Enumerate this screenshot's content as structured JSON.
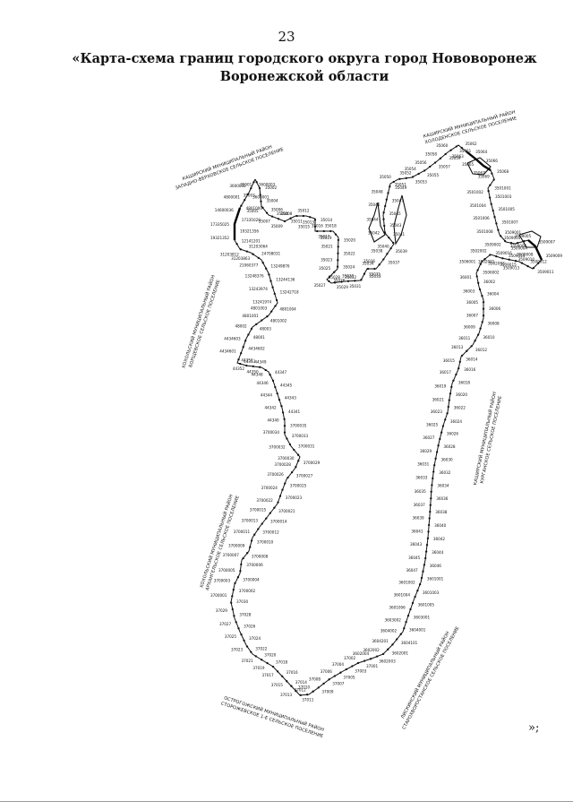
{
  "page_number": "23",
  "title": {
    "line1": "«Карта-схема границ городского округа город Нововоронеж",
    "line2": "Воронежской области"
  },
  "districts": [
    {
      "line1": "КАШИРСКИЙ МУНИЦИПАЛЬНЫЙ РАЙОН",
      "line2": "ЗАПАДНО-ВЕРХОВСКОЕ СЕЛЬСКОЕ ПОСЕЛЕНИЕ"
    },
    {
      "line1": "КАШИРСКИЙ МУНИЦИПАЛЬНЫЙ РАЙОН",
      "line2": "ХОЛОДЕНСКОЕ СЕЛЬСКОЕ ПОСЕЛЕНИЕ"
    },
    {
      "line1": "ХОХОЛЬСКИЙ МУНИЦИПАЛЬНЫЙ РАЙОН",
      "line2": "БОРЩЕВСКОЕ СЕЛЬСКОЕ ПОСЕЛЕНИЕ"
    },
    {
      "line1": "КАШИРСКИЙ МУНИЦИПАЛЬНЫЙ РАЙОН",
      "line2": "КУРГАНСКОЕ СЕЛЬСКОЕ ПОСЕЛЕНИЕ"
    },
    {
      "line1": "ХОХОЛЬСКИЙ МУНИЦИПАЛЬНЫЙ РАЙОН",
      "line2": "АРХАНГЕЛЬСКОЕ СЕЛЬСКОЕ ПОСЕЛЕНИЕ"
    },
    {
      "line1": "ЛИСКИНСКИЙ МУНИЦИПАЛЬНЫЙ РАЙОН",
      "line2": "СТАРОХВОРОСТАНСКОЕ СЕЛЬСКОЕ ПОСЕЛЕНИЕ"
    },
    {
      "line1": "ОСТРОГОЖСКИЙ МУНИЦИПАЛЬНЫЙ РАЙОН",
      "line2": "СТОРОЖЕВСКОЕ 1-Е СЕЛЬСКОЕ ПОСЕЛЕНИЕ"
    }
  ],
  "boundary_points": [
    "35001",
    "35002",
    "35003",
    "35004",
    "35005",
    "35006",
    "35007",
    "35008",
    "35009",
    "35010",
    "35011",
    "35012",
    "35013",
    "35014",
    "35015",
    "35016",
    "35017",
    "35018",
    "35019",
    "35020",
    "35021",
    "35022",
    "35023",
    "35024",
    "35025",
    "35026",
    "35027",
    "35028",
    "35029",
    "35030",
    "35031",
    "35032",
    "35033",
    "35034",
    "35035",
    "35036",
    "35037",
    "35038",
    "35039",
    "35040",
    "35041",
    "35042",
    "35043",
    "35044",
    "35045",
    "35046",
    "35047",
    "35048",
    "35049",
    "35050",
    "35051",
    "35052",
    "35053",
    "35054",
    "35055",
    "35056",
    "35057",
    "35058",
    "35059",
    "35060",
    "35061",
    "35062",
    "35063",
    "35064",
    "35065",
    "35066",
    "35067",
    "35068",
    "35069",
    "3501001",
    "3501002",
    "3501003",
    "3501004",
    "3501005",
    "3501006",
    "3501007",
    "3501008",
    "3509001",
    "3509002",
    "3509003",
    "3509004",
    "3509005",
    "3509006",
    "3509007",
    "3509008",
    "3509009",
    "3509010",
    "3509011",
    "3509012",
    "3509013",
    "3509014",
    "3509015",
    "3509016",
    "3502001",
    "3502002",
    "3502003",
    "3506001",
    "3506002",
    "36001",
    "36002",
    "36003",
    "36004",
    "36005",
    "36006",
    "36007",
    "36008",
    "36009",
    "36010",
    "36011",
    "36012",
    "36013",
    "36014",
    "36015",
    "36016",
    "36017",
    "36018",
    "36019",
    "36020",
    "36021",
    "36022",
    "36023",
    "36024",
    "36025",
    "36026",
    "36027",
    "36028",
    "36029",
    "36030",
    "36031",
    "36032",
    "36033",
    "36034",
    "36035",
    "36036",
    "36037",
    "36038",
    "36039",
    "36040",
    "36041",
    "36042",
    "36043",
    "36044",
    "36045",
    "36046",
    "36047",
    "3601001",
    "3601002",
    "3601003",
    "3601004",
    "3601005",
    "3601006",
    "3603001",
    "3603002",
    "3604001",
    "3604002",
    "3604101",
    "3604201",
    "3602001",
    "3602002",
    "3602003",
    "3602004",
    "37001",
    "37002",
    "37003",
    "37004",
    "37005",
    "37006",
    "37007",
    "37008",
    "37009",
    "37010",
    "37011",
    "37012",
    "37013",
    "37014",
    "37015",
    "37016",
    "37017",
    "37018",
    "37019",
    "37020",
    "37021",
    "37022",
    "37023",
    "37024",
    "37025",
    "37026",
    "37027",
    "37028",
    "37029",
    "37030",
    "3700001",
    "3700002",
    "3700003",
    "3700004",
    "3700005",
    "3700006",
    "3700007",
    "3700008",
    "3700009",
    "3700010",
    "3700011",
    "3700012",
    "3700013",
    "3700014",
    "3700015",
    "3700021",
    "3700022",
    "3700023",
    "3700024",
    "3700025",
    "3700026",
    "3700027",
    "3700028",
    "3700029",
    "3700030",
    "3700031",
    "3700032",
    "3700033",
    "3700034",
    "3700035",
    "44340",
    "44341",
    "44342",
    "44343",
    "44344",
    "44345",
    "44346",
    "44347",
    "44348",
    "44349",
    "44350",
    "44351",
    "44352",
    "44353",
    "4434601",
    "4434602",
    "4434603",
    "48001",
    "48002",
    "48003",
    "4801001",
    "4801002",
    "4801003",
    "4801004",
    "13241974",
    "13242718",
    "13243974",
    "13244136",
    "13248376",
    "13249876",
    "21060377",
    "24708031",
    "31203863",
    "31203064",
    "31203812",
    "12141201",
    "19321352",
    "19321356",
    "17335025",
    "17335028",
    "14600036",
    "4801000",
    "4800001",
    "3600001",
    "3600002",
    "3600003"
  ],
  "closing_mark": "»;"
}
